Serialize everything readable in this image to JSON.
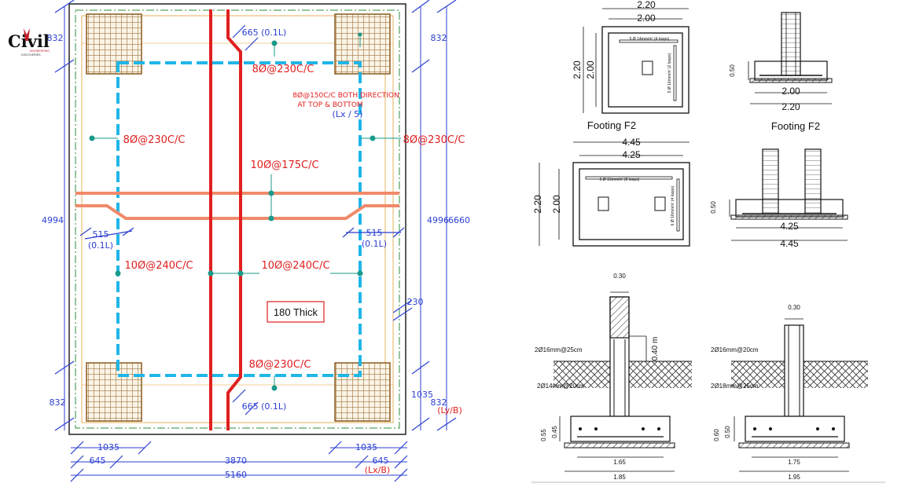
{
  "logo": {
    "word": "Civil",
    "sub1": "ENGINEERING",
    "sub2": "DISCOVERIES"
  },
  "slab_plan": {
    "dims_left": {
      "top": "832",
      "middle": "4994",
      "bottom": "832"
    },
    "dims_right": {
      "top": "832",
      "middle": "4996",
      "total": "6660",
      "bottom": "832",
      "b1035": "1035",
      "lyb": "(Ly/B)",
      "d230": "230"
    },
    "dims_bottom": {
      "a1035l": "1035",
      "a1035r": "1035",
      "a645l": "645",
      "a645r": "645",
      "mid": "3870",
      "total": "5160",
      "lxb": "(Lx/B)"
    },
    "labels": {
      "top_offset": "665 (0.1L)",
      "bottom_offset": "665 (0.1L)",
      "top_bar": "8Ø@230C/C",
      "bottom_bar": "8Ø@230C/C",
      "left_bar": "8Ø@230C/C",
      "right_bar": "8Ø@230C/C",
      "mid_bar": "10Ø@175C/C",
      "left_low": "10Ø@240C/C",
      "right_low": "10Ø@240C/C",
      "note1": "8Ø@150C/C BOTH DIRECTION",
      "note2": "AT TOP & BOTTOM",
      "note3": "(Lx / 5)",
      "left_515": "515",
      "left_01l": "(0.1L)",
      "right_515": "515",
      "right_01l": "(0.1L)",
      "thick": "180 Thick"
    }
  },
  "footing1": {
    "plan_outer": "2.20",
    "plan_inner": "2.00",
    "plan_side_outer": "2.20",
    "plan_side_inner": "2.00",
    "note_top": "5 Ø 14mm/m' (4 loops)",
    "note_side": "5 Ø 16mm/m' (2 loops)",
    "sec_h": "0.50",
    "sec_inner": "2.00",
    "sec_outer": "2.20"
  },
  "footing2": {
    "title_left": "Footing  F2",
    "title_right": "Footing  F2",
    "plan_outer": "4.45",
    "plan_inner": "4.25",
    "plan_side_outer": "2.20",
    "plan_side_inner": "2.00",
    "note_top": "6 Ø 16mm/m' (8 loops)",
    "note_side": "6 Ø 16mm/m' (4 loops)",
    "sec_h": "0.50",
    "sec_inner": "4.25",
    "sec_outer": "4.45"
  },
  "wall1": {
    "width": "0.30",
    "depth": "0.40 m",
    "bar1": "2Ø16mm@25cm",
    "bar2": "2Ø14mm@20cm",
    "h1": "0.55",
    "h2": "0.45",
    "inner": "1.65",
    "outer": "1.85"
  },
  "wall2": {
    "width": "0.30",
    "bar1": "2Ø16mm@20cm",
    "bar2": "2Ø18mm@25cm",
    "h1": "0.60",
    "h2": "0.50",
    "inner": "1.75",
    "outer": "1.95"
  }
}
